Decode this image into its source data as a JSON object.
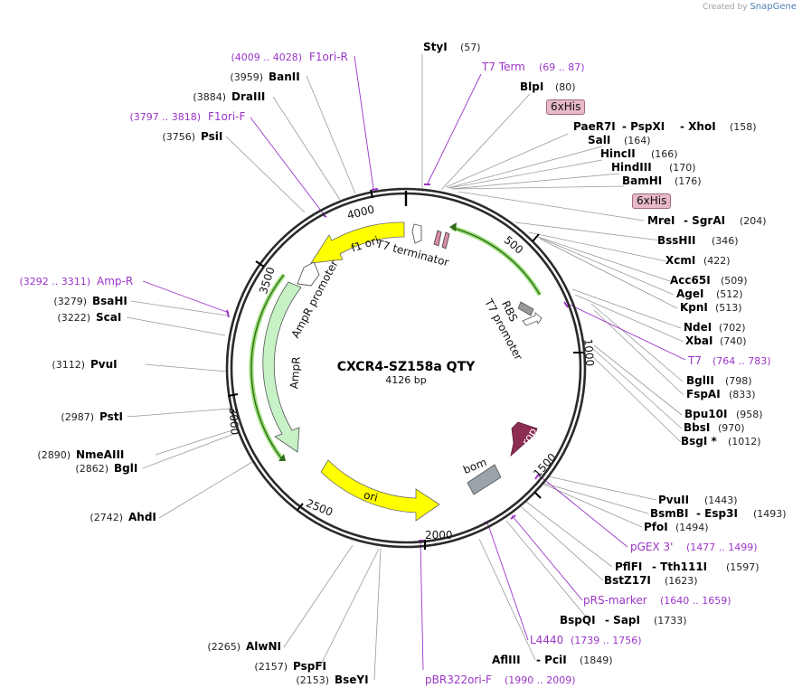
{
  "credit": {
    "prefix": "Created by",
    "brand": "SnapGene"
  },
  "plasmid": {
    "name": "CXCR4-SZ158a QTY",
    "size": "4126 bp"
  },
  "tags": [
    {
      "label": "6xHis"
    },
    {
      "label": "6xHis"
    }
  ],
  "ticks": [
    "500",
    "1000",
    "1500",
    "2000",
    "2500",
    "3000",
    "3500",
    "4000"
  ],
  "features": {
    "f1ori": "f1 ori",
    "t7term": "T7 terminator",
    "rbs": "RBS",
    "t7prom": "T7 promoter",
    "ampprom": "AmpR promoter",
    "ampr": "AmpR",
    "rop": "rop",
    "bom": "bom",
    "ori": "ori"
  },
  "sites": {
    "styi": {
      "name": "StyI",
      "pos": "(57)"
    },
    "t7term_primer": {
      "name": "T7 Term",
      "range": "(69 .. 87)"
    },
    "blpi": {
      "name": "BlpI",
      "pos": "(80)"
    },
    "paer7i": {
      "name": "PaeR7I",
      "name2": "PspXI",
      "name3": "XhoI",
      "pos": "(158)"
    },
    "sali": {
      "name": "SalI",
      "pos": "(164)"
    },
    "hincii": {
      "name": "HincII",
      "pos": "(166)"
    },
    "hindiii": {
      "name": "HindIII",
      "pos": "(170)"
    },
    "bamhi": {
      "name": "BamHI",
      "pos": "(176)"
    },
    "mrei": {
      "name": "MreI",
      "name2": "SgrAI",
      "pos": "(204)"
    },
    "bsshii": {
      "name": "BssHII",
      "pos": "(346)"
    },
    "xcmi": {
      "name": "XcmI",
      "pos": "(422)"
    },
    "acc65i": {
      "name": "Acc65I",
      "pos": "(509)"
    },
    "agei": {
      "name": "AgeI",
      "pos": "(512)"
    },
    "kpni": {
      "name": "KpnI",
      "pos": "(513)"
    },
    "ndei": {
      "name": "NdeI",
      "pos": "(702)"
    },
    "xbai": {
      "name": "XbaI",
      "pos": "(740)"
    },
    "t7": {
      "name": "T7",
      "range": "(764 .. 783)"
    },
    "bglii": {
      "name": "BglII",
      "pos": "(798)"
    },
    "fspai": {
      "name": "FspAI",
      "pos": "(833)"
    },
    "bpu10i": {
      "name": "Bpu10I",
      "pos": "(958)"
    },
    "bbsi": {
      "name": "BbsI",
      "pos": "(970)"
    },
    "bsgi": {
      "name": "BsgI *",
      "pos": "(1012)"
    },
    "pvuii": {
      "name": "PvuII",
      "pos": "(1443)"
    },
    "bsmbi": {
      "name": "BsmBI",
      "name2": "Esp3I",
      "pos": "(1493)"
    },
    "pfoi": {
      "name": "PfoI",
      "pos": "(1494)"
    },
    "pgex3": {
      "name": "pGEX 3'",
      "range": "(1477 .. 1499)"
    },
    "pflfi": {
      "name": "PflFI",
      "name2": "Tth111I",
      "pos": "(1597)"
    },
    "bstz17i": {
      "name": "BstZ17I",
      "pos": "(1623)"
    },
    "prsmarker": {
      "name": "pRS-marker",
      "range": "(1640 .. 1659)"
    },
    "bspqi": {
      "name": "BspQI",
      "name2": "SapI",
      "pos": "(1733)"
    },
    "l4440": {
      "name": "L4440",
      "range": "(1739 .. 1756)"
    },
    "afliii": {
      "name": "AflIII",
      "name2": "PciI",
      "pos": "(1849)"
    },
    "pbr322": {
      "name": "pBR322ori-F",
      "range": "(1990 .. 2009)"
    },
    "bseyi": {
      "name": "BseYI",
      "pos": "(2153)"
    },
    "pspfi": {
      "name": "PspFI",
      "pos": "(2157)"
    },
    "alwni": {
      "name": "AlwNI",
      "pos": "(2265)"
    },
    "ahdi": {
      "name": "AhdI",
      "pos": "(2742)"
    },
    "bgli": {
      "name": "BglI",
      "pos": "(2862)"
    },
    "nmeaiii": {
      "name": "NmeAIII",
      "pos": "(2890)"
    },
    "psti": {
      "name": "PstI",
      "pos": "(2987)"
    },
    "pvui": {
      "name": "PvuI",
      "pos": "(3112)"
    },
    "scai": {
      "name": "ScaI",
      "pos": "(3222)"
    },
    "bsahi": {
      "name": "BsaHI",
      "pos": "(3279)"
    },
    "ampr_primer": {
      "name": "Amp-R",
      "range": "(3292 .. 3311)"
    },
    "psii": {
      "name": "PsiI",
      "pos": "(3756)"
    },
    "f1orif": {
      "name": "F1ori-F",
      "range": "(3797 .. 3818)"
    },
    "draiii": {
      "name": "DraIII",
      "pos": "(3884)"
    },
    "banii": {
      "name": "BanII",
      "pos": "(3959)"
    },
    "f1orir": {
      "name": "F1ori-R",
      "range": "(4009 .. 4028)"
    }
  }
}
